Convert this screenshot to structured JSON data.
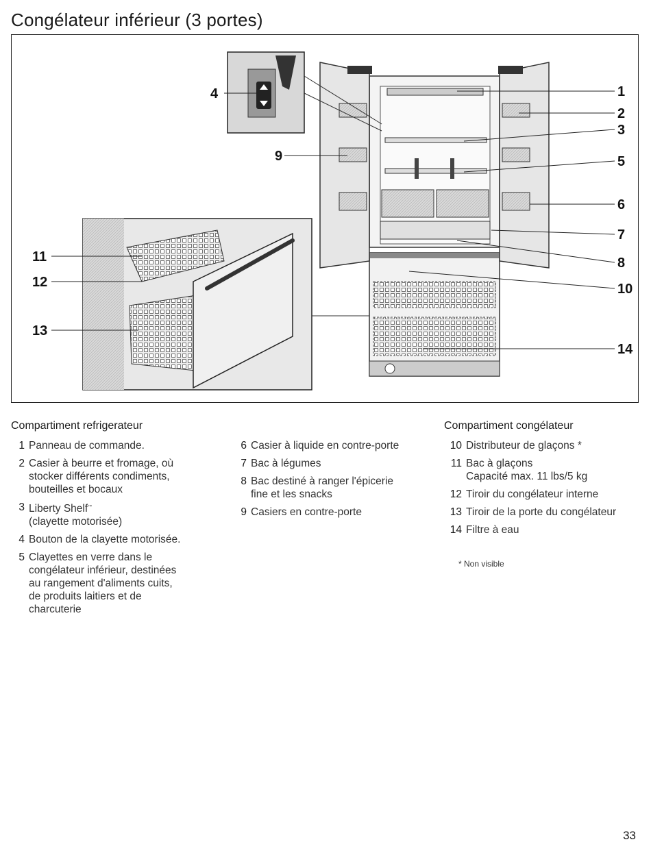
{
  "title": "Congélateur inférieur (3 portes)",
  "figure": {
    "callouts_left": [
      "4",
      "9",
      "11",
      "12",
      "13"
    ],
    "callouts_right": [
      "1",
      "2",
      "3",
      "5",
      "6",
      "7",
      "8",
      "10",
      "14"
    ]
  },
  "fridge_section": {
    "heading": "Compartiment refrigerateur",
    "items": [
      {
        "num": "1",
        "lines": [
          "Panneau de commande."
        ]
      },
      {
        "num": "2",
        "lines": [
          "Casier à beurre et fromage, où",
          "stocker différents condiments,",
          "bouteilles et bocaux"
        ]
      },
      {
        "num": "3",
        "lines": [
          "Liberty Shelf",
          "(clayette motorisée)"
        ],
        "tm": "™"
      },
      {
        "num": "4",
        "lines": [
          "Bouton de la clayette motorisée."
        ]
      },
      {
        "num": "5",
        "lines": [
          "Clayettes en verre dans le",
          "congélateur inférieur, destinées",
          "au rangement d'aliments cuits,",
          "de produits laitiers et de",
          "charcuterie"
        ]
      }
    ]
  },
  "middle_section": {
    "items": [
      {
        "num": "6",
        "lines": [
          "Casier à liquide en contre-porte"
        ]
      },
      {
        "num": "7",
        "lines": [
          "Bac à légumes"
        ]
      },
      {
        "num": "8",
        "lines": [
          "Bac destiné à ranger l'épicerie",
          "fine et les snacks"
        ]
      },
      {
        "num": "9",
        "lines": [
          "Casiers en contre-porte"
        ]
      }
    ]
  },
  "freezer_section": {
    "heading": "Compartiment congélateur",
    "items": [
      {
        "num": "10",
        "lines": [
          "Distributeur de glaçons *"
        ]
      },
      {
        "num": "11",
        "lines": [
          "Bac à glaçons",
          "Capacité max. 11 lbs/5 kg"
        ]
      },
      {
        "num": "12",
        "lines": [
          "Tiroir du congélateur interne"
        ]
      },
      {
        "num": "13",
        "lines": [
          "Tiroir de la porte du congélateur"
        ]
      },
      {
        "num": "14",
        "lines": [
          "Filtre à eau"
        ]
      }
    ]
  },
  "footnote": "* Non visible",
  "page_number": "33"
}
